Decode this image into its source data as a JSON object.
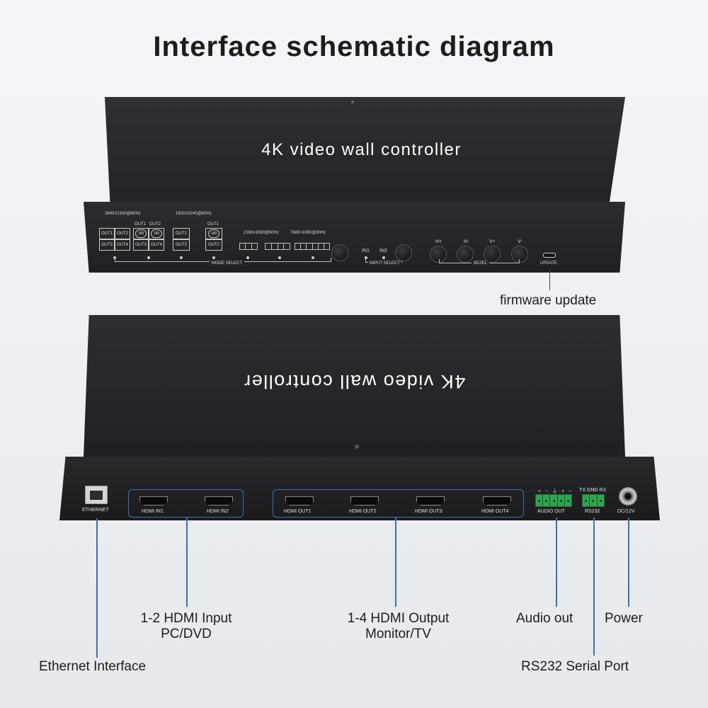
{
  "title": "Interface schematic diagram",
  "device_top_label": "4K video wall controller",
  "front_panel": {
    "res1": "3840X2160@60Hz",
    "res2": "1920X3240@60Hz",
    "res3": "2160x1080@60Hz",
    "res4": "7680×1080@30Hz",
    "out1": "OUT1",
    "out2": "OUT2",
    "out3": "OUT3",
    "out4": "OUT4",
    "rot180": "180",
    "mode_select": "MODE SELECT",
    "in1": "IN1",
    "in2": "IN2",
    "input_select": "INPUT SELECT",
    "h_plus": "H+",
    "h_minus": "H-",
    "v_plus": "V+",
    "v_minus": "V-",
    "bezel": "BEZEL",
    "update": "UPDATE"
  },
  "firmware_label": "firmware update",
  "device_bottom_label": "4K video wall controller",
  "back_panel": {
    "ethernet": "ETHERNET",
    "hdmi_in1": "HDMI IN1",
    "hdmi_in2": "HDMI IN2",
    "hdmi_out1": "HDMI OUT1",
    "hdmi_out2": "HDMI OUT2",
    "hdmi_out3": "HDMI OUT3",
    "hdmi_out4": "HDMI OUT4",
    "audio_pins": "+ − ⏚ + −",
    "audio_out": "AUDIO OUT",
    "rs232_pins": "TX GND RX",
    "rs232": "RS232",
    "dc": "DC/12V"
  },
  "callouts": {
    "hdmi_input_line1": "1-2 HDMI Input",
    "hdmi_input_line2": "PC/DVD",
    "hdmi_output_line1": "1-4 HDMI Output",
    "hdmi_output_line2": "Monitor/TV",
    "audio_out": "Audio out",
    "power": "Power",
    "ethernet": "Ethernet Interface",
    "rs232": "RS232 Serial Port"
  }
}
